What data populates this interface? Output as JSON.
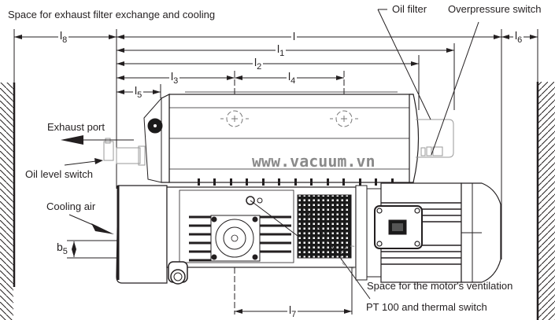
{
  "labels": {
    "space_exhaust": "Space for exhaust filter exchange and cooling",
    "oil_filter": "Oil filter",
    "overpressure_switch": "Overpressure switch",
    "exhaust_port": "Exhaust port",
    "oil_level_switch": "Oil level switch",
    "cooling_air": "Cooling air",
    "motor_ventilation": "Space for the motor's ventilation",
    "pt100": "PT 100 and thermal switch"
  },
  "dimensions": {
    "l": {
      "base": "l",
      "sub": ""
    },
    "l1": {
      "base": "l",
      "sub": "1"
    },
    "l2": {
      "base": "l",
      "sub": "2"
    },
    "l3": {
      "base": "l",
      "sub": "3"
    },
    "l4": {
      "base": "l",
      "sub": "4"
    },
    "l5": {
      "base": "l",
      "sub": "5"
    },
    "l6": {
      "base": "l",
      "sub": "6"
    },
    "l7": {
      "base": "l",
      "sub": "7"
    },
    "l8": {
      "base": "l",
      "sub": "8"
    },
    "b5": {
      "base": "b",
      "sub": "5"
    }
  },
  "watermark": "www.vacuum.vn",
  "colors": {
    "line": "#231f20",
    "ghost": "#9a9a9a",
    "watermark": "#8a8a8a"
  }
}
